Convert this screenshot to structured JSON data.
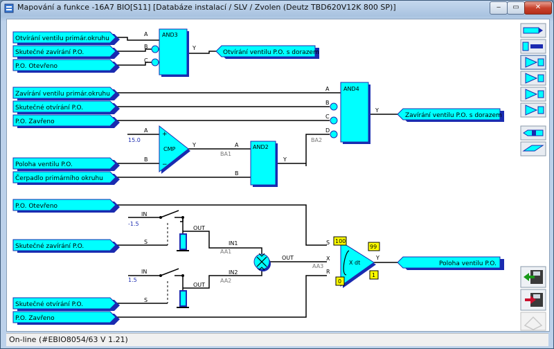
{
  "window": {
    "title": "Mapování a funkce -16A7 BIO[S11] [Databáze instalací / SLV / Zvolen (Deutz TBD620V12K 800 SP)]",
    "minimize": "‒",
    "maximize": "▭",
    "close": "✕"
  },
  "inputs": {
    "in1": "Otvírání ventilu primár.okruhu",
    "in2": "Skutečné zavírání P.O.",
    "in3": "P.O. Otevřeno",
    "in4": "Zavírání ventilu primár.okruhu",
    "in5": "Skutečné otvírání P.O.",
    "in6": "P.O. Zavřeno",
    "in7": "Poloha ventilu P.O.",
    "in8": "Čerpadlo primárního okruhu",
    "in9": "P.O. Otevřeno",
    "in10": "Skutečné zavírání P.O.",
    "in11": "Skutečné otvírání P.O.",
    "in12": "P.O. Zavřeno"
  },
  "outputs": {
    "out1": "Otvírání ventilu P.O. s dorazem",
    "out2": "Zavírání ventilu P.O. s dorazem",
    "out3": "Poloha ventilu P.O."
  },
  "blocks": {
    "and3": {
      "label": "AND3",
      "a": "A",
      "b": "B",
      "c": "C",
      "y": "Y"
    },
    "and4": {
      "label": "AND4",
      "a": "A",
      "b": "B",
      "c": "C",
      "d": "D",
      "y": "Y"
    },
    "cmp": {
      "label": "CMP",
      "a": "A",
      "b": "B",
      "y": "Y",
      "const": "15.0",
      "plus": "+",
      "minus": "−"
    },
    "and2": {
      "label": "AND2",
      "a": "A",
      "b": "B",
      "y": "Y",
      "net_in": "BA1",
      "net_out": "BA2"
    },
    "switch1": {
      "in": "IN",
      "s": "S",
      "out": "OUT",
      "const": "-1.5",
      "net": "AA1",
      "in_label": "IN1"
    },
    "switch2": {
      "in": "IN",
      "s": "S",
      "out": "OUT",
      "const": "1.5",
      "net": "AA2",
      "in_label": "IN2"
    },
    "mult": {
      "out": "OUT",
      "net": "AA3"
    },
    "integrator": {
      "label": "X dt",
      "s": "S",
      "x": "X",
      "r": "R",
      "y": "Y",
      "max": "100",
      "min": "0",
      "out_max": "99",
      "out_min": "1"
    }
  },
  "toolbar": [
    {
      "name": "input-block-icon"
    },
    {
      "name": "constant-block-icon"
    },
    {
      "name": "block-type-1-icon"
    },
    {
      "name": "block-type-2-icon"
    },
    {
      "name": "block-type-3-icon"
    },
    {
      "name": "block-type-4-icon"
    },
    {
      "name": "output-block-icon"
    },
    {
      "name": "output-slant-icon"
    }
  ],
  "status": {
    "text": "On-line (#EBIO8054/63  V 1.21)"
  },
  "colors": {
    "block": "#00ffff",
    "shadow": "#1a2bb0",
    "wire": "#000000"
  }
}
